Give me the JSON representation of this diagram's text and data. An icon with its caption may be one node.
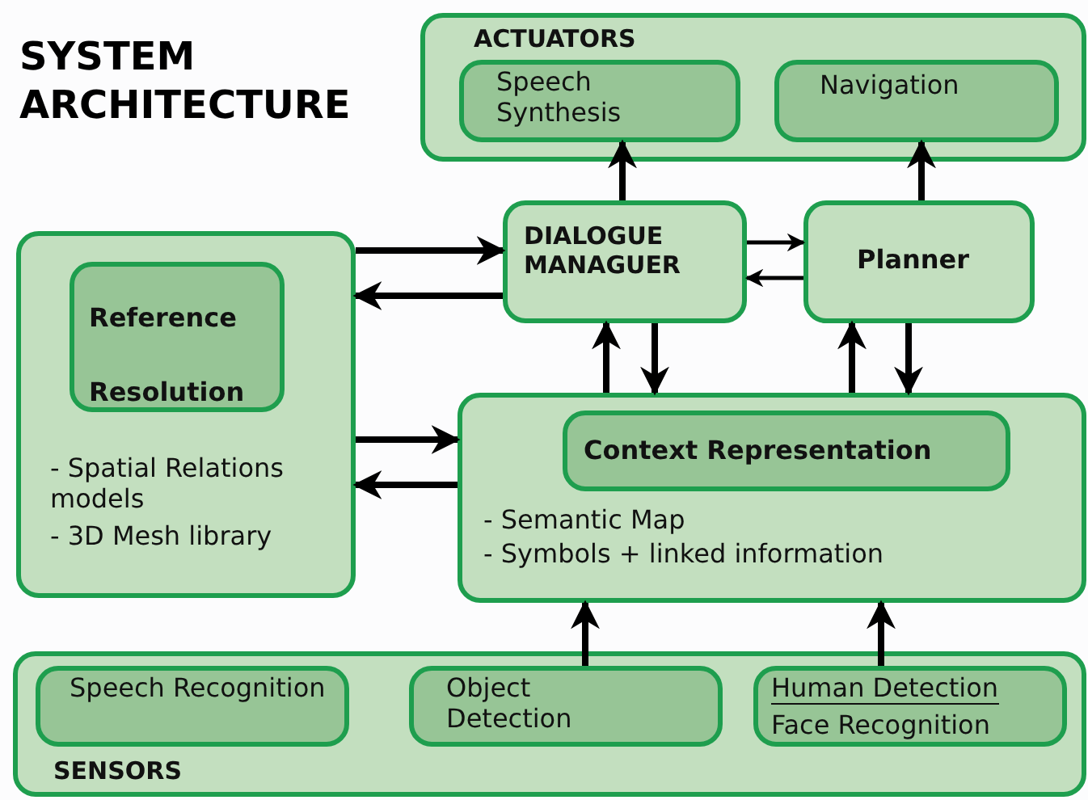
{
  "diagram": {
    "title": "SYSTEM ARCHITECTURE",
    "nodes": [
      {
        "text": [
          "ACTUATORS"
        ]
      },
      {
        "text": [
          "Speech Synthesis"
        ],
        "in": 0
      },
      {
        "text": [
          "Navigation"
        ],
        "in": 0
      },
      {
        "text": [
          "DIALOGUE MANAGUER"
        ]
      },
      {
        "text": [
          "Planner"
        ]
      },
      {
        "text": [
          "- Spatial Relations models",
          "- 3D Mesh library"
        ]
      },
      {
        "text": [
          "Reference Resolution"
        ],
        "in": 5
      },
      {
        "text": [
          "- Semantic Map",
          "- Symbols + linked information"
        ]
      },
      {
        "text": [
          "Context Representation"
        ],
        "in": 7
      },
      {
        "text": [
          "SENSORS"
        ]
      },
      {
        "text": [
          "Speech Recognition"
        ],
        "in": 9
      },
      {
        "text": [
          "Object Detection"
        ],
        "in": 9
      },
      {
        "text": [
          "Human Detection",
          "Face Recognition"
        ],
        "in": 9
      }
    ],
    "edges": [
      {
        "from": 3,
        "to": 1,
        "arrow": "to"
      },
      {
        "from": 4,
        "to": 2,
        "arrow": "to"
      },
      {
        "from": 5,
        "to": 3,
        "arrow": "to"
      },
      {
        "from": 3,
        "to": 5,
        "arrow": "to"
      },
      {
        "from": 3,
        "to": 4,
        "arrow": "to"
      },
      {
        "from": 4,
        "to": 3,
        "arrow": "to"
      },
      {
        "from": 7,
        "to": 3,
        "arrow": "to"
      },
      {
        "from": 3,
        "to": 7,
        "arrow": "to"
      },
      {
        "from": 7,
        "to": 4,
        "arrow": "to"
      },
      {
        "from": 4,
        "to": 7,
        "arrow": "to"
      },
      {
        "from": 5,
        "to": 7,
        "arrow": "to"
      },
      {
        "from": 7,
        "to": 5,
        "arrow": "to"
      },
      {
        "from": 11,
        "to": 7,
        "arrow": "to"
      },
      {
        "from": 12,
        "to": 7,
        "arrow": "to"
      }
    ]
  }
}
